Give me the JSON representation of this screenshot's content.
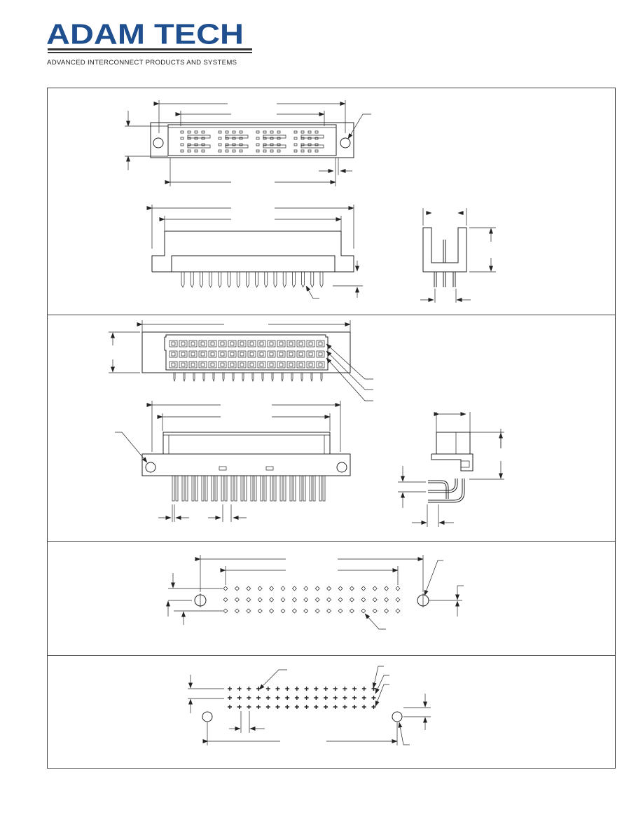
{
  "logo": {
    "name": "ADAM TECH",
    "tagline": "ADVANCED INTERCONNECT PRODUCTS AND SYSTEMS"
  },
  "drawing": {
    "panels": [
      "connector-views-straight",
      "connector-views-right-angle",
      "pcb-layout-straight",
      "pcb-layout-right-angle"
    ]
  }
}
